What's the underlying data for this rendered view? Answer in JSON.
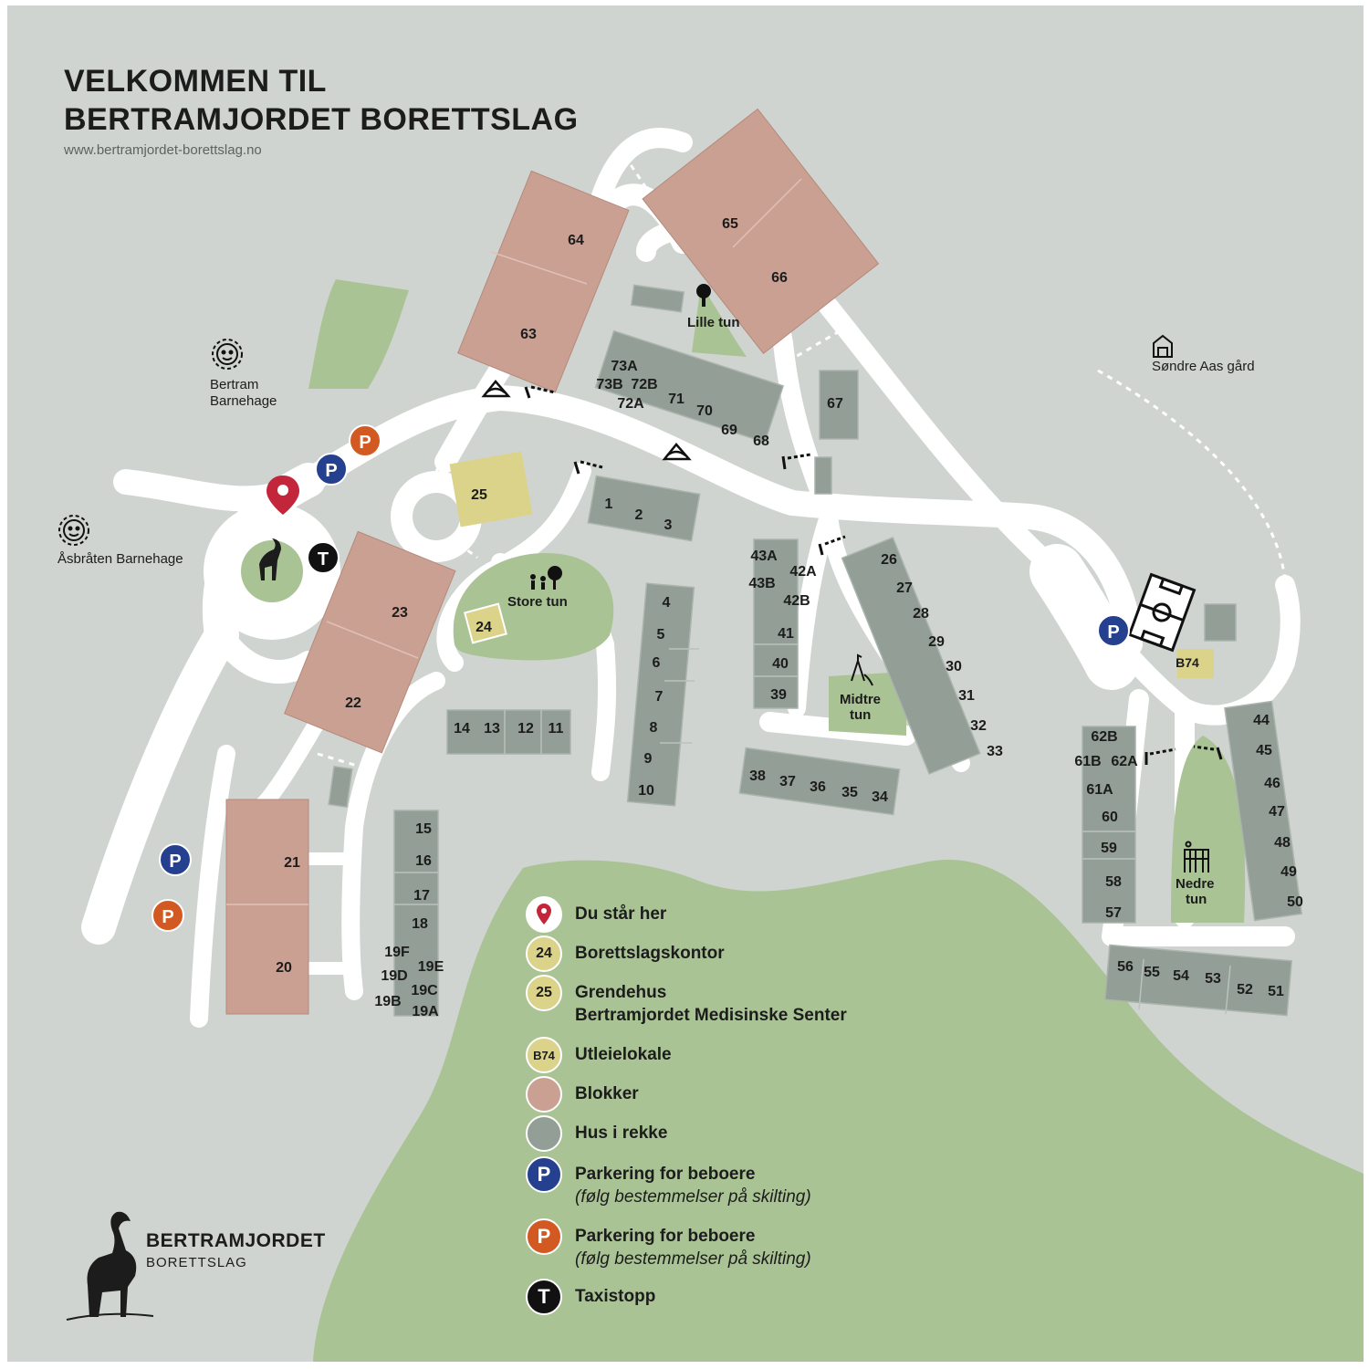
{
  "header": {
    "title_line_1": "VELKOMMEN TIL",
    "title_line_2": "BERTRAMJORDET BORETTSLAG",
    "website": "www.bertramjordet-borettslag.no"
  },
  "colors": {
    "background": "#cfd4d0",
    "road": "#ffffff",
    "green_area": "#a9c395",
    "blokker": "#c9a092",
    "hus_i_rekke": "#929e96",
    "facility": "#dcd38a",
    "here_pin": "#c3263a",
    "parking_blue": "#25408f",
    "parking_orange": "#d25a22",
    "taxi": "#111111"
  },
  "places": {
    "bertram_barnehage": "Bertram\nBarnehage",
    "asbraten_barnehage": "Åsbråten Barnehage",
    "sondre_aas_gard": "Søndre Aas gård",
    "lille_tun": "Lille tun",
    "store_tun": "Store tun",
    "midtre_tun": "Midtre\ntun",
    "nedre_tun": "Nedre\ntun"
  },
  "blocks": [
    "64",
    "63",
    "65",
    "66",
    "23",
    "22",
    "21",
    "20"
  ],
  "facilities": [
    "25",
    "24",
    "B74"
  ],
  "row_houses": [
    "73A",
    "73B",
    "72B",
    "72A",
    "71",
    "70",
    "69",
    "68",
    "67",
    "1",
    "2",
    "3",
    "4",
    "5",
    "6",
    "7",
    "8",
    "9",
    "10",
    "14",
    "13",
    "12",
    "11",
    "15",
    "16",
    "17",
    "18",
    "19F",
    "19E",
    "19D",
    "19C",
    "19B",
    "19A",
    "43A",
    "43B",
    "42A",
    "42B",
    "41",
    "40",
    "39",
    "26",
    "27",
    "28",
    "29",
    "30",
    "31",
    "32",
    "33",
    "38",
    "37",
    "36",
    "35",
    "34",
    "62B",
    "61B",
    "62A",
    "61A",
    "60",
    "59",
    "58",
    "57",
    "44",
    "45",
    "46",
    "47",
    "48",
    "49",
    "50",
    "56",
    "55",
    "54",
    "53",
    "52",
    "51"
  ],
  "markers": {
    "parking": "P",
    "taxi": "T"
  },
  "legend": [
    {
      "label": "Du står her",
      "icon": "location-pin-icon"
    },
    {
      "label": "Borettslagskontor",
      "icon_text": "24"
    },
    {
      "label": "Grendehus",
      "sub": "Bertramjordet Medisinske Senter",
      "icon_text": "25"
    },
    {
      "label": "Utleielokale",
      "icon_text": "B74"
    },
    {
      "label": "Blokker"
    },
    {
      "label": "Hus i rekke"
    },
    {
      "label": "Parkering for beboere",
      "sub": "(følg bestemmelser på skilting)",
      "icon_text": "P"
    },
    {
      "label": "Parkering for beboere",
      "sub": "(følg bestemmelser på skilting)",
      "icon_text": "P"
    },
    {
      "label": "Taxistopp",
      "icon_text": "T"
    }
  ],
  "logo": {
    "name": "BERTRAMJORDET",
    "sub": "BORETTSLAG"
  }
}
